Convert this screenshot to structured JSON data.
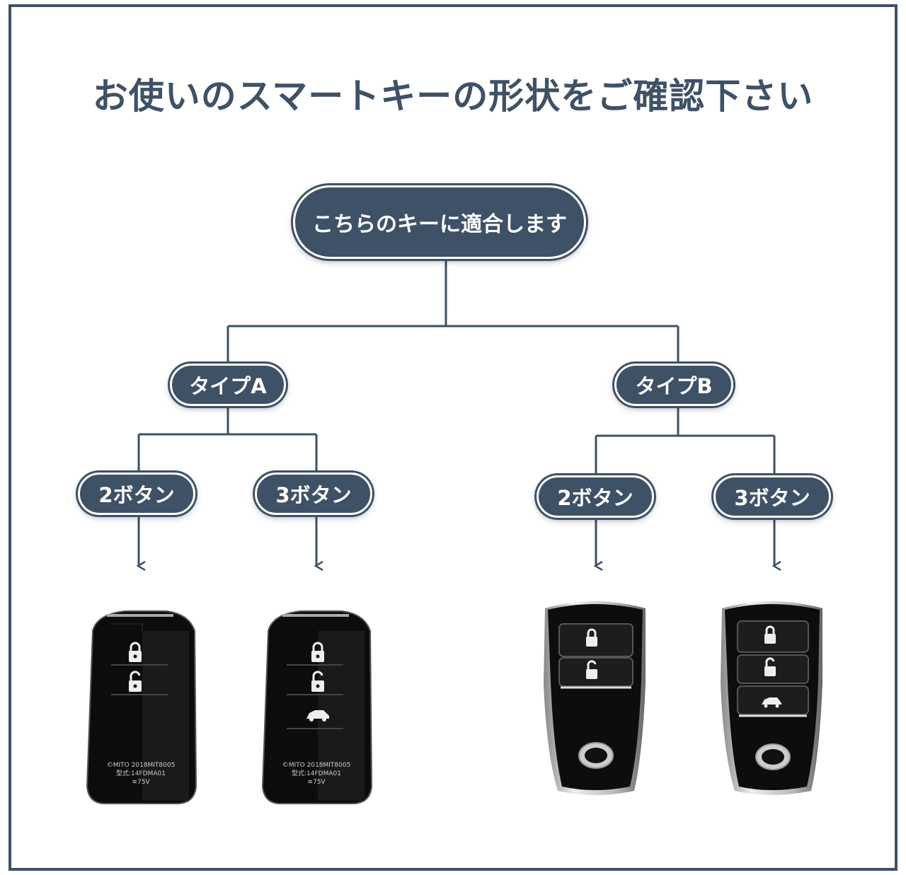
{
  "title": "お使いのスマートキーの形状をご確認下さい",
  "root": "こちらのキーに適合します",
  "types": [
    {
      "label": "タイプA",
      "buttons": [
        "2ボタン",
        "3ボタン"
      ]
    },
    {
      "label": "タイプB",
      "buttons": [
        "2ボタン",
        "3ボタン"
      ]
    }
  ],
  "key_text": {
    "line1": "©MITO 2018MIT8005",
    "line2": "型式:14FDMA01",
    "line3": "≋75V"
  },
  "icons": {
    "lock": "lock-icon",
    "unlock": "unlock-icon",
    "trunk": "car-trunk-icon"
  },
  "colors": {
    "primary": "#3e5166",
    "key_body": "#101010",
    "chrome": "#c8c8c8"
  }
}
